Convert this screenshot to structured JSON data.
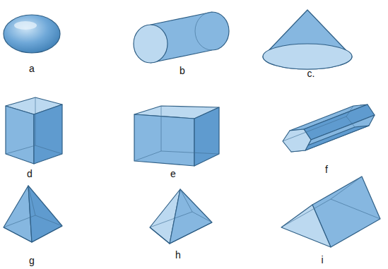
{
  "diagram": {
    "labels": [
      "a",
      "b",
      "c.",
      "d",
      "e",
      "f",
      "g",
      "h",
      "i"
    ]
  }
}
